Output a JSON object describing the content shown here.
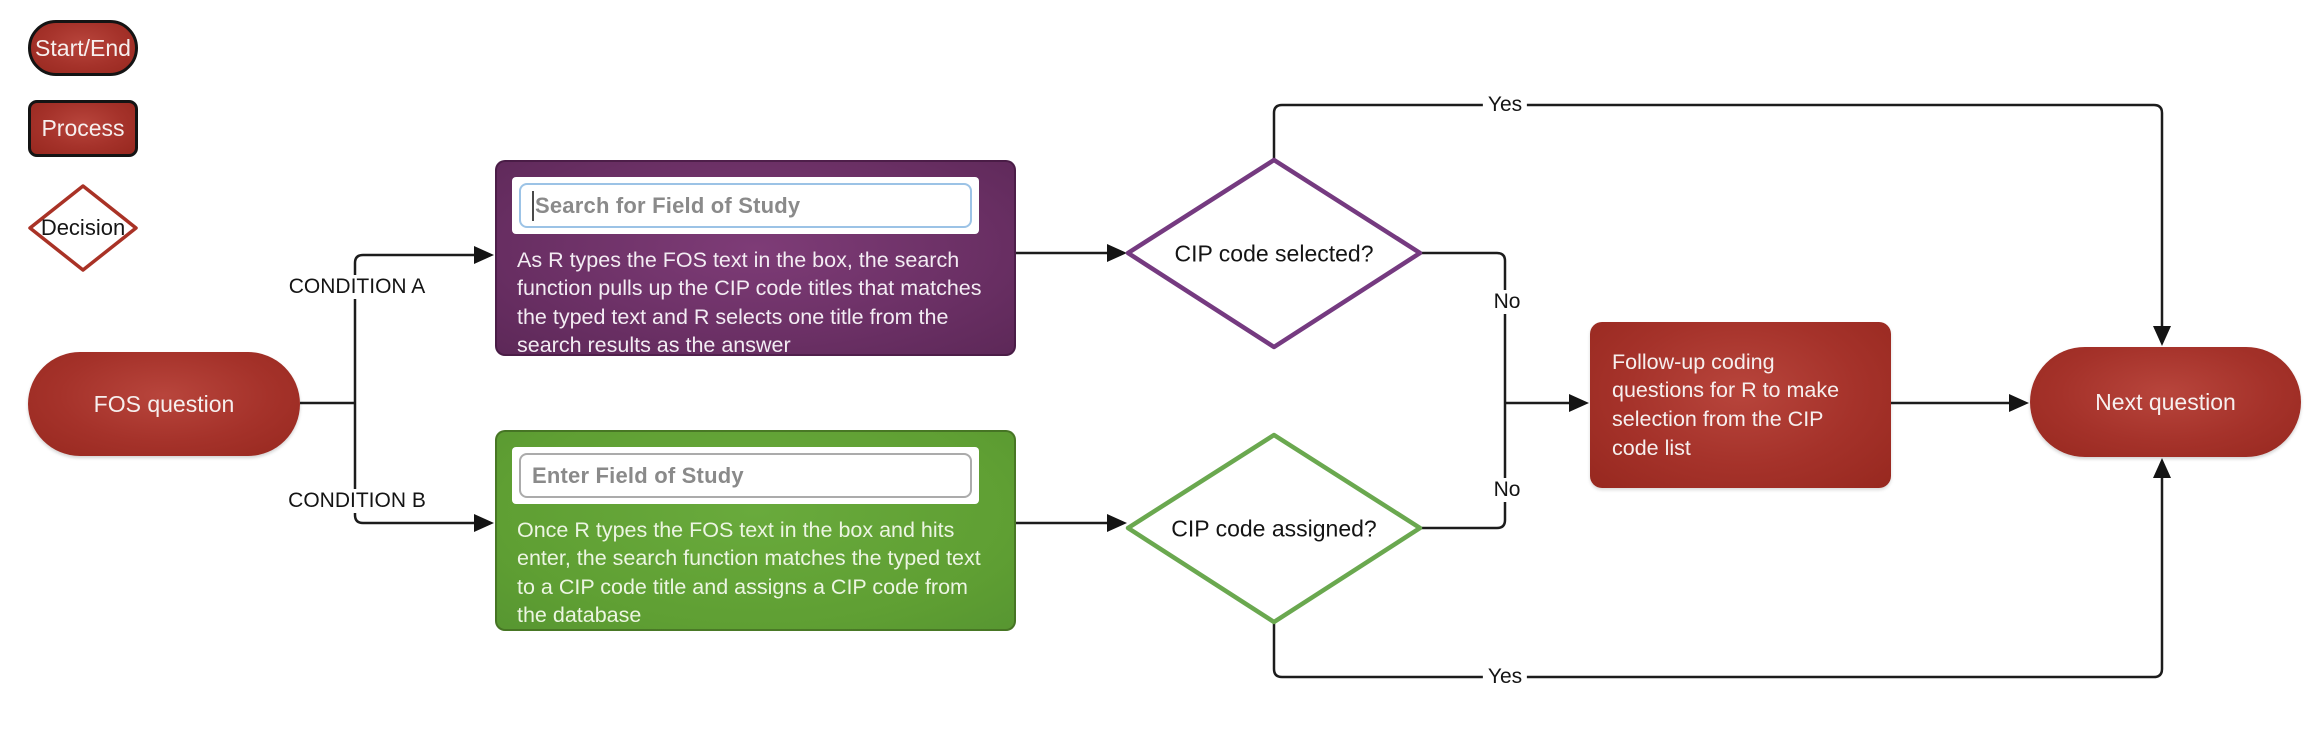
{
  "legend": {
    "start_end": "Start/End",
    "process": "Process",
    "decision": "Decision"
  },
  "flow": {
    "fos_question": "FOS question",
    "condition_a": "CONDITION A",
    "condition_b": "CONDITION B",
    "search_input_placeholder": "Search for Field of Study",
    "search_description": "As R types the FOS text in the box, the search function pulls up the CIP code titles that matches the typed text and R selects one title from the search results as the answer",
    "enter_input_placeholder": "Enter Field of Study",
    "enter_description": "Once R types the FOS text in the box and hits enter, the search function matches the typed text to a CIP code title and assigns a CIP code from the database",
    "cip_selected_question": "CIP code selected?",
    "cip_assigned_question": "CIP code assigned?",
    "followup": "Follow-up coding questions for R to make selection from the CIP code list",
    "next_question": "Next question"
  },
  "edge_labels": {
    "yes_top": "Yes",
    "no_from_selected": "No",
    "no_from_assigned": "No",
    "yes_bottom": "Yes"
  },
  "colors": {
    "terminal_fill": "#a5322a",
    "process_purple_fill": "#6b3065",
    "process_green_fill": "#5f9f33",
    "decision_purple_stroke": "#753a80",
    "decision_green_stroke": "#6aa84f",
    "legend_decision_stroke": "#a93226",
    "connector": "#1c1c1c",
    "input_focus_border": "#9cc3e6",
    "input_border": "#ababab"
  }
}
